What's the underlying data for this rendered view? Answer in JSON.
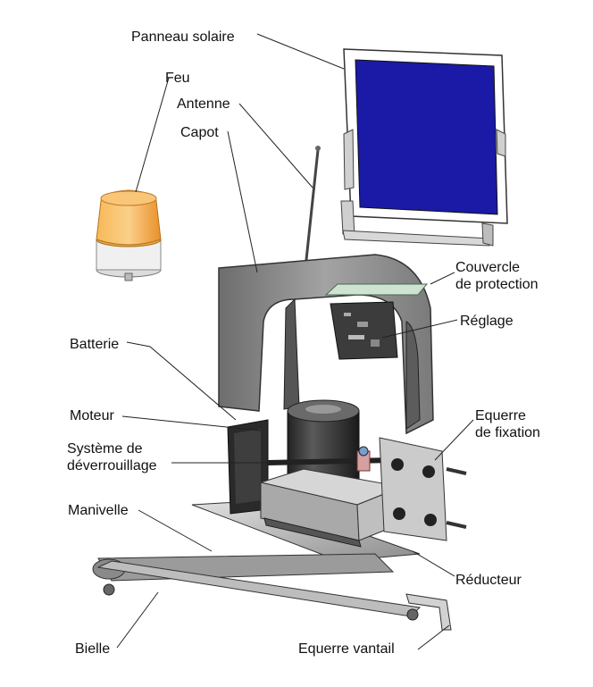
{
  "labels": {
    "panneau": "Panneau solaire",
    "feu": "Feu",
    "antenne": "Antenne",
    "capot": "Capot",
    "couvercle": "Couvercle\nde protection",
    "reglage": "Réglage",
    "batterie": "Batterie",
    "moteur": "Moteur",
    "systeme": "Système de\ndéverrouillage",
    "equerre_fixation": "Equerre\nde fixation",
    "manivelle": "Manivelle",
    "reducteur": "Réducteur",
    "bielle": "Bielle",
    "equerre_vantail": "Equerre vantail"
  },
  "colors": {
    "solar_panel": "#1a1aa6",
    "beacon": "#f4a53a",
    "metal": "#b9b9b9"
  }
}
